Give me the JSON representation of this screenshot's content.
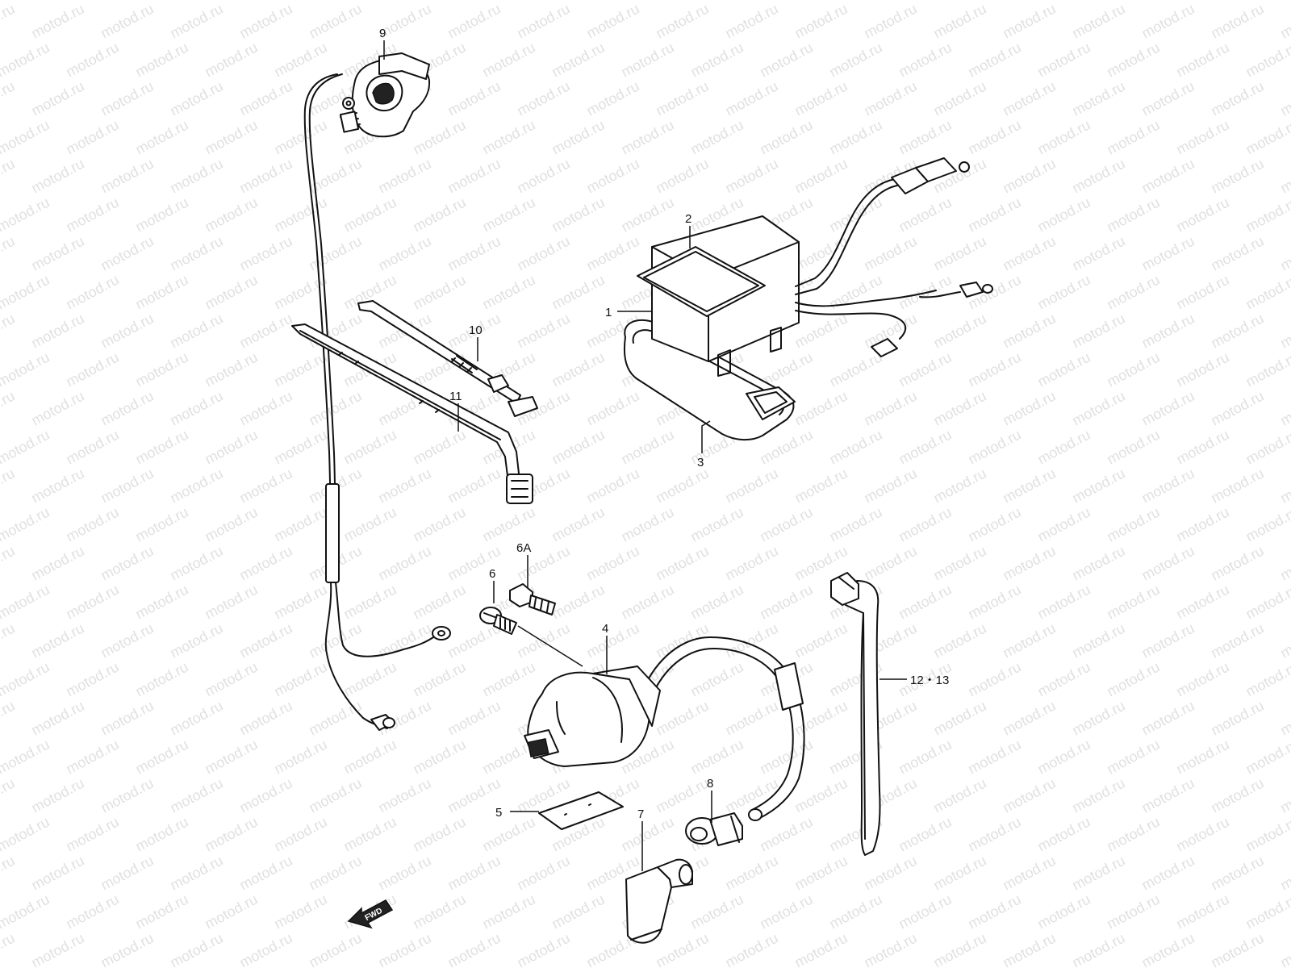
{
  "watermark": {
    "text": "motod.ru"
  },
  "callouts": {
    "c1": "1",
    "c2": "2",
    "c3": "3",
    "c4": "4",
    "c5": "5",
    "c6": "6",
    "c6a": "6A",
    "c7": "7",
    "c8": "8",
    "c9": "9",
    "c10": "10",
    "c11": "11",
    "c12_13": "12・13"
  },
  "fwd_label": "FWD",
  "colors": {
    "line": "#111111",
    "watermark": "#c8c8c8",
    "background": "#ffffff"
  }
}
